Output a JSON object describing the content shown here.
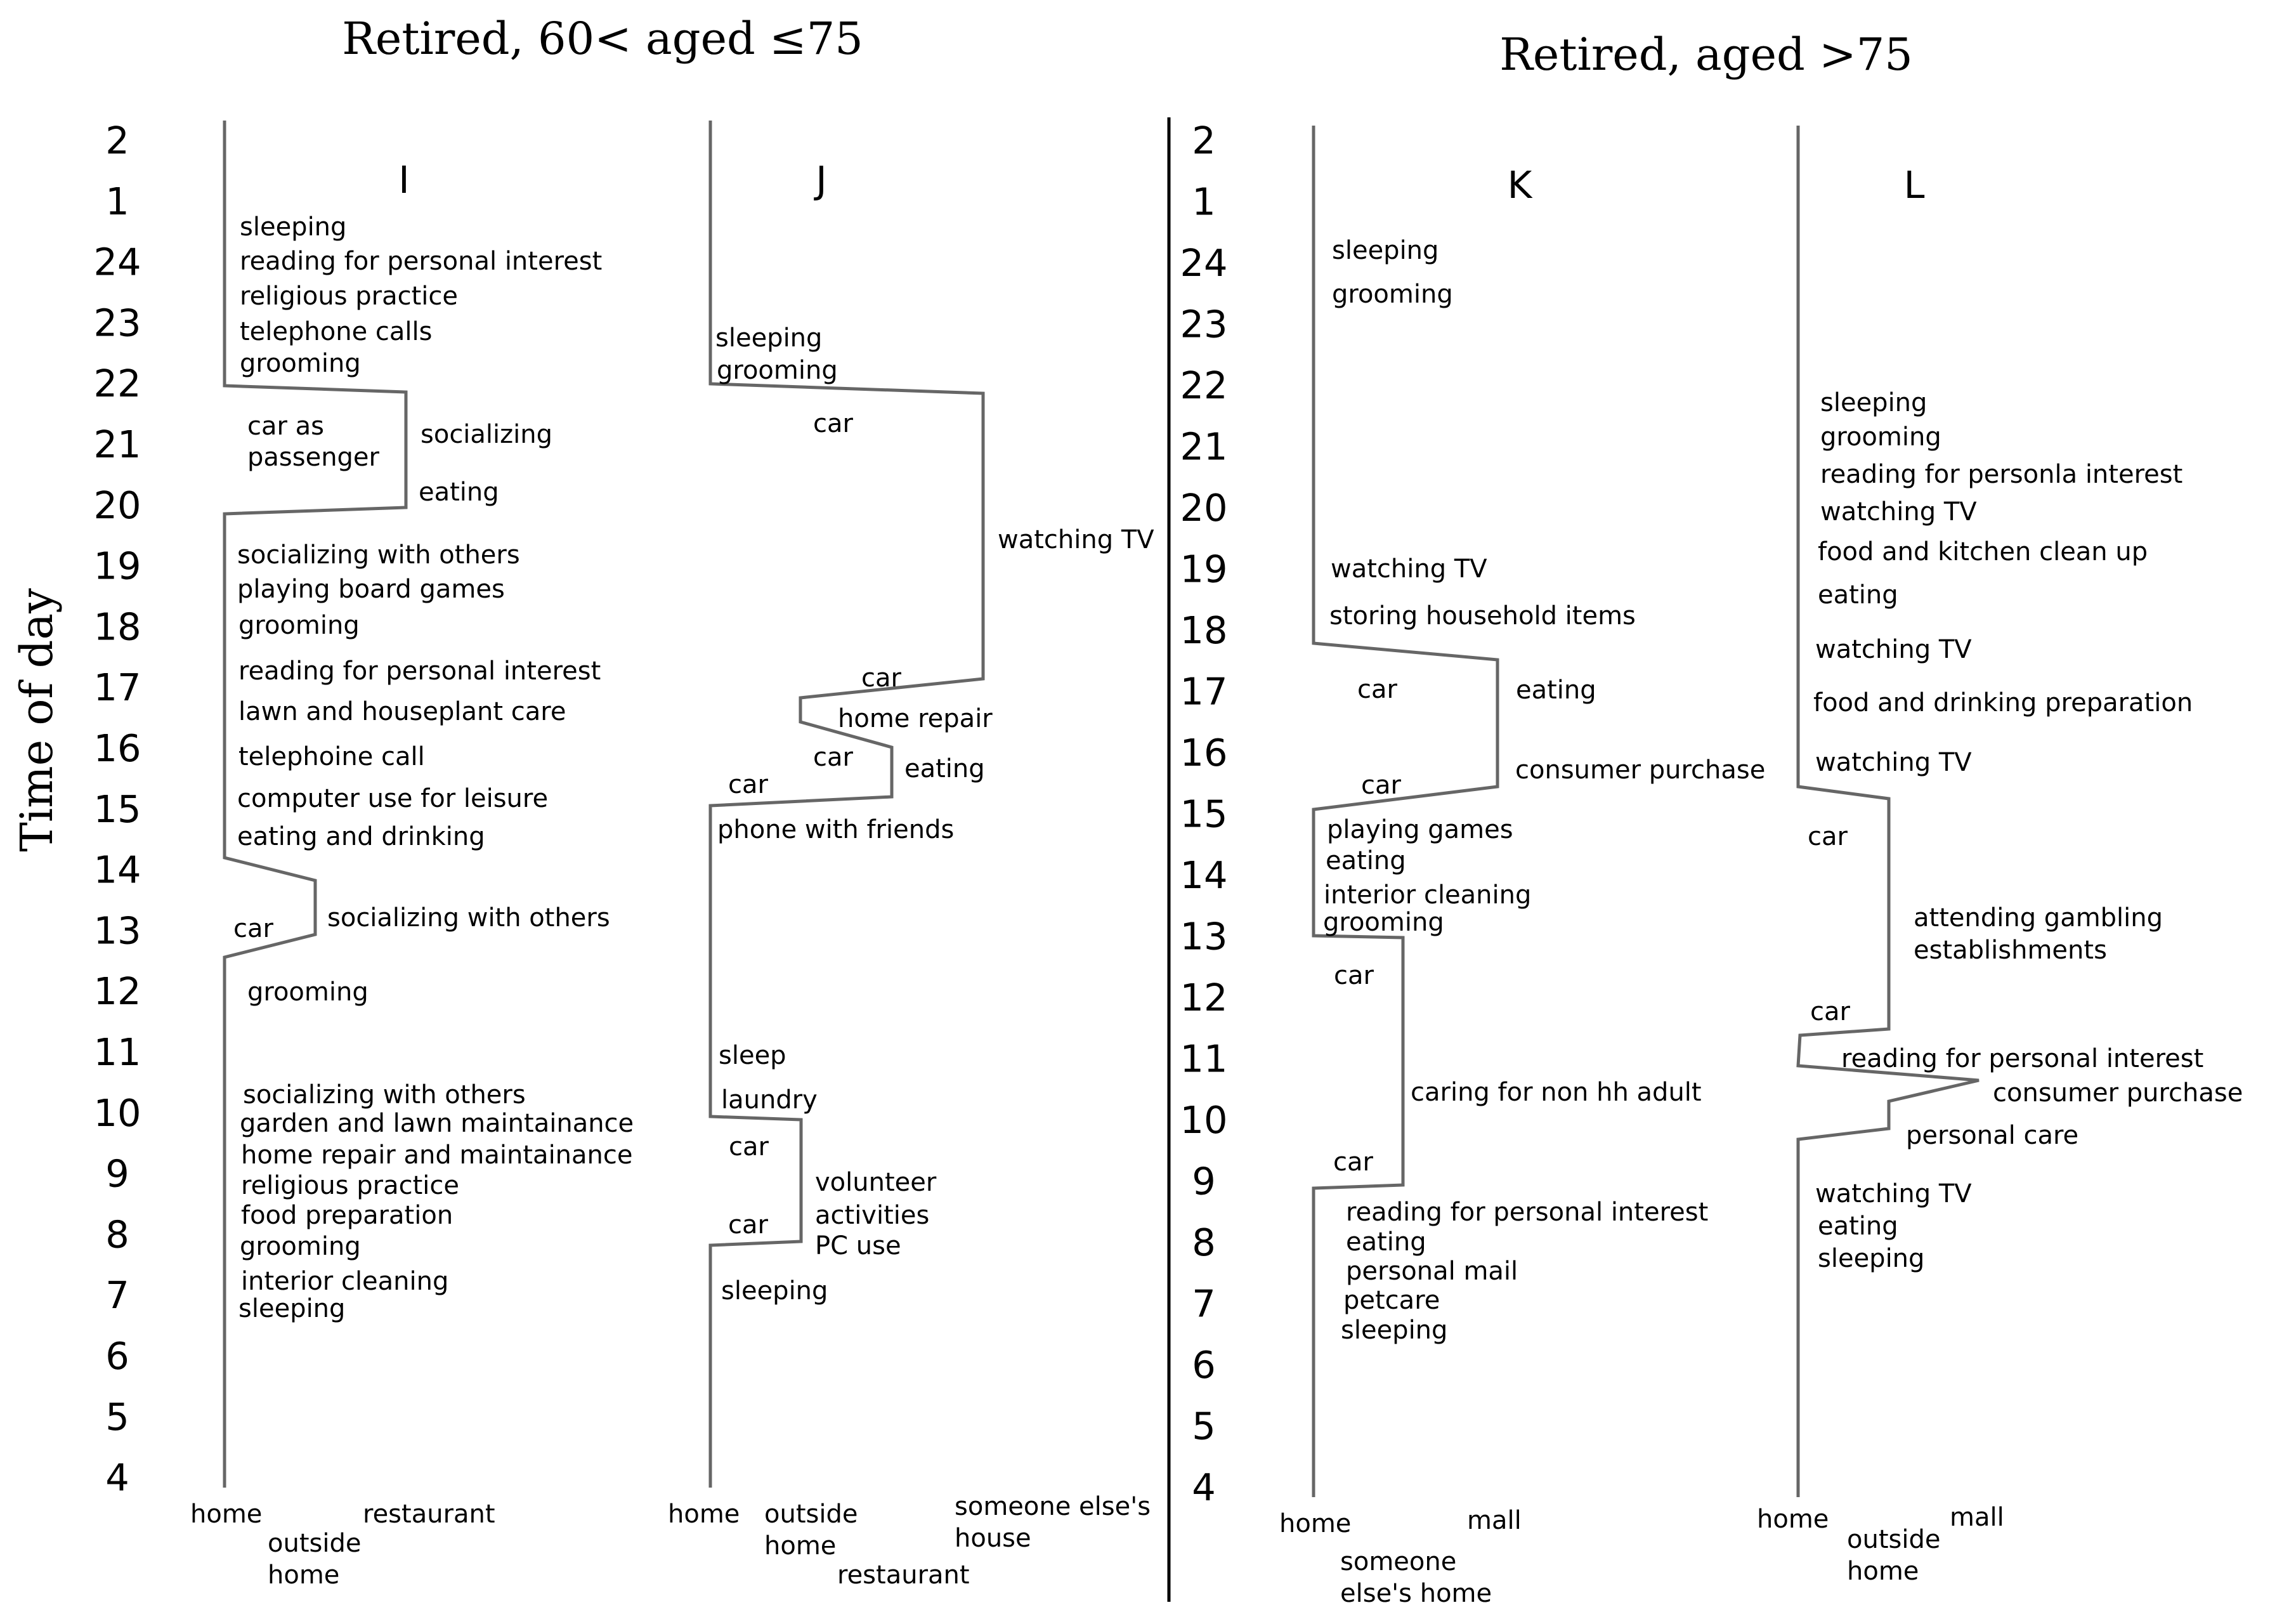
{
  "groups": [
    {
      "title": "Retired, 60< aged ≤75"
    },
    {
      "title": "Retired, aged >75"
    }
  ],
  "y_axis_label": "Time of day",
  "time_ticks": [
    "2",
    "1",
    "24",
    "23",
    "22",
    "21",
    "20",
    "19",
    "18",
    "17",
    "16",
    "15",
    "14",
    "13",
    "12",
    "11",
    "10",
    "9",
    "8",
    "7",
    "6",
    "5",
    "4"
  ],
  "panels": [
    {
      "id": "I",
      "label": "I",
      "locations": [
        {
          "lines": [
            "home"
          ]
        },
        {
          "lines": [
            "outside",
            "home"
          ]
        },
        {
          "lines": [
            "restaurant"
          ]
        }
      ],
      "activities": [
        {
          "text": "sleeping"
        },
        {
          "text": "reading for personal interest"
        },
        {
          "text": "religious practice"
        },
        {
          "text": "telephone calls"
        },
        {
          "text": "grooming"
        },
        {
          "text": "car as"
        },
        {
          "text": "passenger"
        },
        {
          "text": "socializing"
        },
        {
          "text": "eating"
        },
        {
          "text": "socializing with others"
        },
        {
          "text": "playing board games"
        },
        {
          "text": "grooming"
        },
        {
          "text": "reading for personal interest"
        },
        {
          "text": "lawn and houseplant care"
        },
        {
          "text": "telephoine call"
        },
        {
          "text": "computer use for leisure"
        },
        {
          "text": "eating and drinking"
        },
        {
          "text": "socializing with others"
        },
        {
          "text": "car"
        },
        {
          "text": "grooming"
        },
        {
          "text": "socializing with others"
        },
        {
          "text": "garden and lawn maintainance"
        },
        {
          "text": "home repair and maintainance"
        },
        {
          "text": "religious practice"
        },
        {
          "text": "food preparation"
        },
        {
          "text": "grooming"
        },
        {
          "text": "interior cleaning"
        },
        {
          "text": "sleeping"
        }
      ]
    },
    {
      "id": "J",
      "label": "J",
      "locations": [
        {
          "lines": [
            "home"
          ]
        },
        {
          "lines": [
            "outside",
            "home"
          ]
        },
        {
          "lines": [
            "restaurant"
          ]
        },
        {
          "lines": [
            "someone else's",
            "house"
          ]
        }
      ],
      "activities": [
        {
          "text": "sleeping"
        },
        {
          "text": "grooming"
        },
        {
          "text": "car"
        },
        {
          "text": "watching TV"
        },
        {
          "text": "car"
        },
        {
          "text": "home repair"
        },
        {
          "text": "car"
        },
        {
          "text": "eating"
        },
        {
          "text": "car"
        },
        {
          "text": "phone with friends"
        },
        {
          "text": "sleep"
        },
        {
          "text": "laundry"
        },
        {
          "text": "car"
        },
        {
          "text": "volunteer"
        },
        {
          "text": "activities"
        },
        {
          "text": "PC use"
        },
        {
          "text": "car"
        },
        {
          "text": "sleeping"
        }
      ]
    },
    {
      "id": "K",
      "label": "K",
      "locations": [
        {
          "lines": [
            "home"
          ]
        },
        {
          "lines": [
            "someone",
            "else's home"
          ]
        },
        {
          "lines": [
            "mall"
          ]
        }
      ],
      "activities": [
        {
          "text": "sleeping"
        },
        {
          "text": "grooming"
        },
        {
          "text": "watching TV"
        },
        {
          "text": "storing household items"
        },
        {
          "text": "car"
        },
        {
          "text": "eating"
        },
        {
          "text": "car"
        },
        {
          "text": "consumer purchase"
        },
        {
          "text": "playing games"
        },
        {
          "text": "eating"
        },
        {
          "text": "interior cleaning"
        },
        {
          "text": "grooming"
        },
        {
          "text": "car"
        },
        {
          "text": "caring for non hh adult"
        },
        {
          "text": "car"
        },
        {
          "text": "reading for personal interest"
        },
        {
          "text": "eating"
        },
        {
          "text": "personal mail"
        },
        {
          "text": "petcare"
        },
        {
          "text": "sleeping"
        }
      ]
    },
    {
      "id": "L",
      "label": "L",
      "locations": [
        {
          "lines": [
            "home"
          ]
        },
        {
          "lines": [
            "outside",
            "home"
          ]
        },
        {
          "lines": [
            "mall"
          ]
        }
      ],
      "activities": [
        {
          "text": "sleeping"
        },
        {
          "text": "grooming"
        },
        {
          "text": "reading for personla interest"
        },
        {
          "text": "watching TV"
        },
        {
          "text": "food and kitchen clean up"
        },
        {
          "text": "eating"
        },
        {
          "text": "watching TV"
        },
        {
          "text": "food and drinking preparation"
        },
        {
          "text": "watching TV"
        },
        {
          "text": "car"
        },
        {
          "text": "attending gambling"
        },
        {
          "text": "establishments"
        },
        {
          "text": "car"
        },
        {
          "text": "reading for personal interest"
        },
        {
          "text": "consumer purchase"
        },
        {
          "text": "personal care"
        },
        {
          "text": "watching TV"
        },
        {
          "text": "eating"
        },
        {
          "text": "sleeping"
        }
      ]
    }
  ]
}
